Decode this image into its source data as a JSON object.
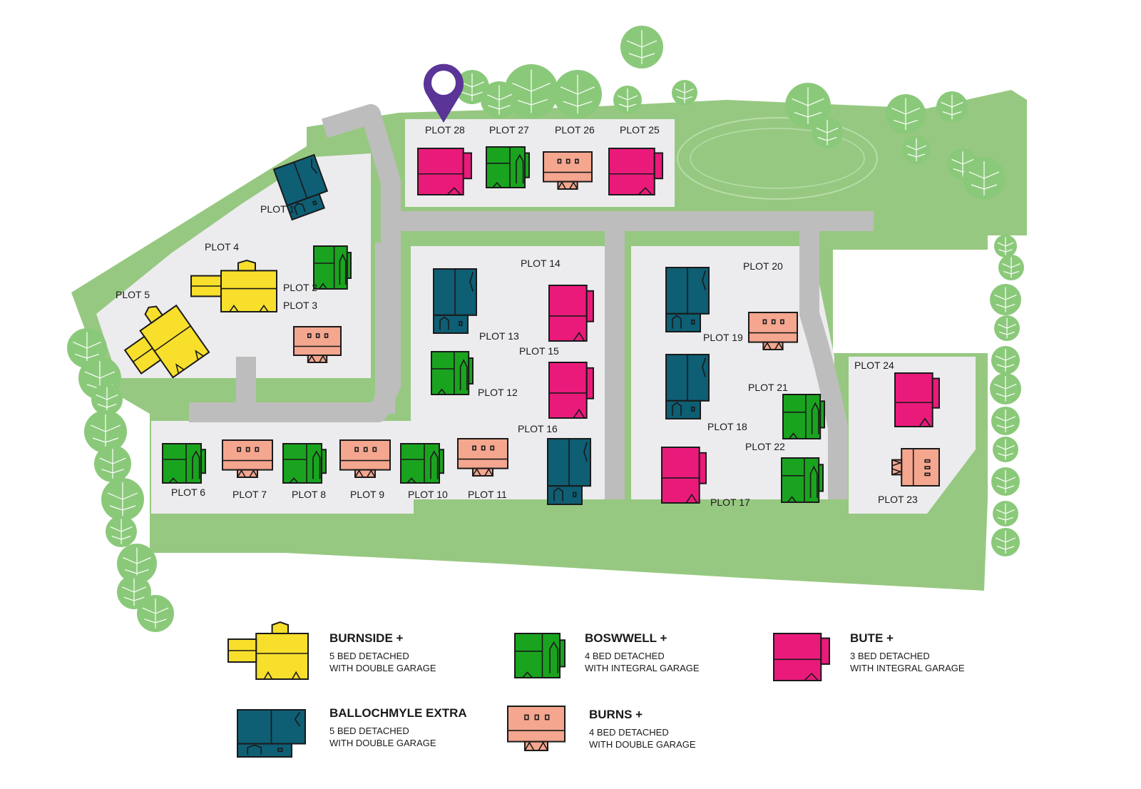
{
  "colors": {
    "burnside": "#f7df2c",
    "boswell": "#1aa31f",
    "bute": "#ea1a7b",
    "ballochmyle": "#0e5e74",
    "burns": "#f4a68f",
    "green": "#97c881",
    "road": "#bdbdbd",
    "plot_ground": "#ececee",
    "marker": "#5a3496"
  },
  "icons": {
    "marker": "location-pin-icon",
    "tree": "tree-icon"
  },
  "plots": [
    {
      "id": 1,
      "label": "PLOT 1",
      "type": "ballochmyle"
    },
    {
      "id": 2,
      "label": "PLOT 2",
      "type": "boswell"
    },
    {
      "id": 3,
      "label": "PLOT 3",
      "type": "burns"
    },
    {
      "id": 4,
      "label": "PLOT 4",
      "type": "burnside"
    },
    {
      "id": 5,
      "label": "PLOT 5",
      "type": "burnside"
    },
    {
      "id": 6,
      "label": "PLOT 6",
      "type": "boswell"
    },
    {
      "id": 7,
      "label": "PLOT 7",
      "type": "burns"
    },
    {
      "id": 8,
      "label": "PLOT 8",
      "type": "boswell"
    },
    {
      "id": 9,
      "label": "PLOT 9",
      "type": "burns"
    },
    {
      "id": 10,
      "label": "PLOT 10",
      "type": "boswell"
    },
    {
      "id": 11,
      "label": "PLOT 11",
      "type": "burns"
    },
    {
      "id": 12,
      "label": "PLOT 12",
      "type": "boswell"
    },
    {
      "id": 13,
      "label": "PLOT 13",
      "type": "ballochmyle"
    },
    {
      "id": 14,
      "label": "PLOT 14",
      "type": "bute"
    },
    {
      "id": 15,
      "label": "PLOT 15",
      "type": "bute"
    },
    {
      "id": 16,
      "label": "PLOT 16",
      "type": "ballochmyle"
    },
    {
      "id": 17,
      "label": "PLOT 17",
      "type": "bute"
    },
    {
      "id": 18,
      "label": "PLOT 18",
      "type": "ballochmyle"
    },
    {
      "id": 19,
      "label": "PLOT 19",
      "type": "ballochmyle"
    },
    {
      "id": 20,
      "label": "PLOT 20",
      "type": "burns"
    },
    {
      "id": 21,
      "label": "PLOT 21",
      "type": "boswell"
    },
    {
      "id": 22,
      "label": "PLOT 22",
      "type": "boswell"
    },
    {
      "id": 23,
      "label": "PLOT 23",
      "type": "burns"
    },
    {
      "id": 24,
      "label": "PLOT 24",
      "type": "bute"
    },
    {
      "id": 25,
      "label": "PLOT 25",
      "type": "bute"
    },
    {
      "id": 26,
      "label": "PLOT 26",
      "type": "burns"
    },
    {
      "id": 27,
      "label": "PLOT 27",
      "type": "boswell"
    },
    {
      "id": 28,
      "label": "PLOT 28",
      "type": "bute",
      "marked": true
    }
  ],
  "legend": [
    {
      "type": "burnside",
      "name": "BURNSIDE +",
      "line1": "5 BED DETACHED",
      "line2": "WITH DOUBLE GARAGE"
    },
    {
      "type": "boswell",
      "name": "BOSWWELL +",
      "line1": "4 BED DETACHED",
      "line2": "WITH INTEGRAL GARAGE"
    },
    {
      "type": "bute",
      "name": "BUTE +",
      "line1": "3 BED DETACHED",
      "line2": "WITH INTEGRAL GARAGE"
    },
    {
      "type": "ballochmyle",
      "name": "BALLOCHMYLE EXTRA",
      "line1": "5 BED DETACHED",
      "line2": "WITH DOUBLE GARAGE"
    },
    {
      "type": "burns",
      "name": "BURNS +",
      "line1": "4 BED DETACHED",
      "line2": "WITH DOUBLE GARAGE"
    }
  ]
}
